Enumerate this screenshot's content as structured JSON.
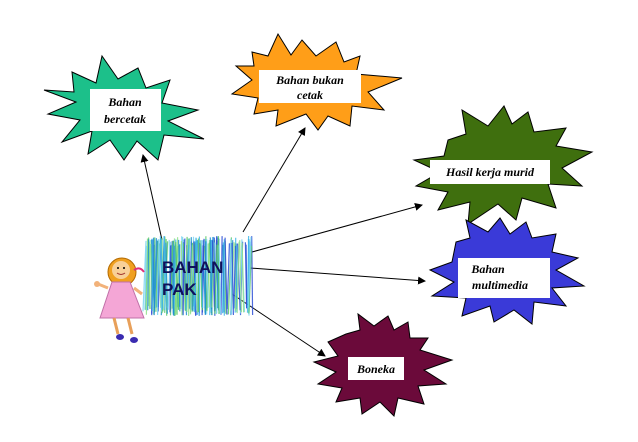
{
  "center": {
    "line1": "BAHAN",
    "line2": "PAK",
    "scribble_colors": [
      "#3fb6e8",
      "#2d4fd6",
      "#58c86a",
      "#7ad3f0",
      "#1e8fd0",
      "#8fe08a"
    ]
  },
  "nodes": [
    {
      "id": "bahan-bercetak",
      "lines": [
        "Bahan",
        "bercetak"
      ],
      "color": "#1cc08a",
      "label_bg": "#ffffff"
    },
    {
      "id": "bahan-bukan-cetak",
      "lines": [
        "Bahan bukan",
        "cetak"
      ],
      "color": "#ff9e18",
      "label_bg": "#ffffff"
    },
    {
      "id": "hasil-kerja-murid",
      "lines": [
        "Hasil kerja murid"
      ],
      "color": "#3f6f0e",
      "label_bg": "#ffffff"
    },
    {
      "id": "bahan-multimedia",
      "lines": [
        "Bahan",
        "multimedia"
      ],
      "color": "#3a3ad8",
      "label_bg": "#ffffff"
    },
    {
      "id": "boneka",
      "lines": [
        "Boneka"
      ],
      "color": "#6b0a3a",
      "label_bg": "#ffffff"
    }
  ],
  "figure": {
    "icon": "girl-doll-icon",
    "hair": "#f0a020",
    "dress": "#f4a6d6",
    "shoes": "#3a2bb0"
  }
}
